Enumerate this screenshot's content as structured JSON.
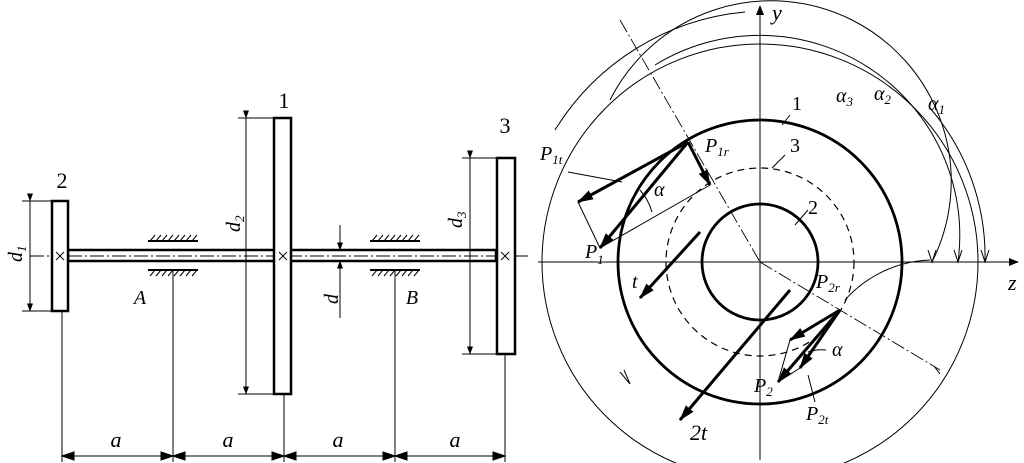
{
  "shaft_diagram": {
    "gears": [
      {
        "number": "1",
        "diameter_label": "d",
        "diameter_sub": "2"
      },
      {
        "number": "2",
        "diameter_label": "d",
        "diameter_sub": "1"
      },
      {
        "number": "3",
        "diameter_label": "d",
        "diameter_sub": "3"
      }
    ],
    "shaft_diameter_label": "d",
    "bearings": [
      "A",
      "B"
    ],
    "spans": [
      "a",
      "a",
      "a",
      "a"
    ]
  },
  "force_diagram": {
    "axis_y": "y",
    "axis_z": "z",
    "circle_labels": [
      "1",
      "3",
      "2"
    ],
    "angles": [
      {
        "label": "α",
        "sub": "3"
      },
      {
        "label": "α",
        "sub": "2"
      },
      {
        "label": "α",
        "sub": "1"
      }
    ],
    "forces": {
      "p1t": {
        "label": "P",
        "sub": "1t"
      },
      "p1r": {
        "label": "P",
        "sub": "1r"
      },
      "p1": {
        "label": "P",
        "sub": "1"
      },
      "p2r": {
        "label": "P",
        "sub": "2r"
      },
      "p2": {
        "label": "P",
        "sub": "2"
      },
      "p2t": {
        "label": "P",
        "sub": "2t"
      }
    },
    "pressure_angle": "α",
    "tangent_labels": [
      "t",
      "2t"
    ]
  }
}
